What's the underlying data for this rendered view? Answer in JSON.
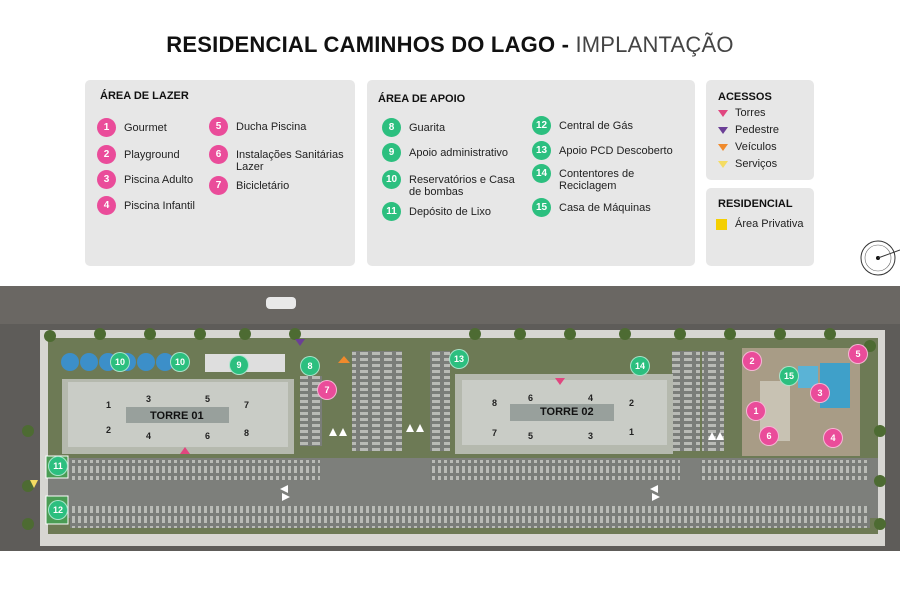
{
  "title": {
    "bold": "RESIDENCIAL CAMINHOS DO LAGO - ",
    "light": "IMPLANTAÇÃO"
  },
  "lazer": {
    "heading": "ÁREA DE LAZER",
    "items": [
      {
        "n": "1",
        "label": "Gourmet"
      },
      {
        "n": "2",
        "label": "Playground"
      },
      {
        "n": "3",
        "label": "Piscina Adulto"
      },
      {
        "n": "4",
        "label": "Piscina Infantil"
      },
      {
        "n": "5",
        "label": "Ducha Piscina"
      },
      {
        "n": "6",
        "label": "Instalações Sanitárias Lazer"
      },
      {
        "n": "7",
        "label": "Bicicletário"
      }
    ]
  },
  "apoio": {
    "heading": "ÁREA DE APOIO",
    "items": [
      {
        "n": "8",
        "label": "Guarita"
      },
      {
        "n": "9",
        "label": "Apoio administrativo"
      },
      {
        "n": "10",
        "label": "Reservatórios e Casa de bombas"
      },
      {
        "n": "11",
        "label": "Depósito de Lixo"
      },
      {
        "n": "12",
        "label": "Central de Gás"
      },
      {
        "n": "13",
        "label": "Apoio PCD Descoberto"
      },
      {
        "n": "14",
        "label": "Contentores de Reciclagem"
      },
      {
        "n": "15",
        "label": "Casa de Máquinas"
      }
    ]
  },
  "acessos": {
    "heading": "ACESSOS",
    "items": [
      {
        "label": "Torres",
        "color": "#e0467f"
      },
      {
        "label": "Pedestre",
        "color": "#6b3f96"
      },
      {
        "label": "Veículos",
        "color": "#f08a2c"
      },
      {
        "label": "Serviços",
        "color": "#f4dc62"
      }
    ]
  },
  "residencial": {
    "heading": "RESIDENCIAL",
    "item": "Área Privativa",
    "color": "#f4cf00"
  },
  "map": {
    "tower1": {
      "name": "TORRE 01",
      "units": [
        "1",
        "2",
        "3",
        "4",
        "5",
        "6",
        "7",
        "8"
      ]
    },
    "tower2": {
      "name": "TORRE 02",
      "units": [
        "8",
        "7",
        "6",
        "5",
        "4",
        "3",
        "2",
        "1"
      ]
    },
    "markers": [
      "1",
      "2",
      "3",
      "4",
      "5",
      "6",
      "7",
      "8",
      "9",
      "10",
      "10",
      "11",
      "12",
      "13",
      "14",
      "15"
    ]
  }
}
